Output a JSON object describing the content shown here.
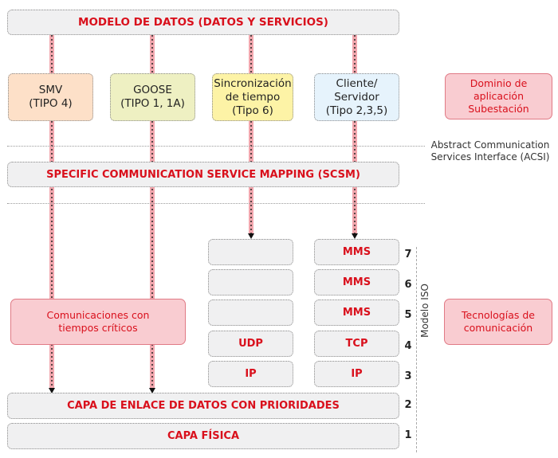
{
  "top": {
    "title": "MODELO DE DATOS (DATOS Y SERVICIOS)"
  },
  "services": [
    {
      "lines": [
        "SMV",
        "(TIPO 4)"
      ],
      "color": "#fde0c8"
    },
    {
      "lines": [
        "GOOSE",
        "(TIPO 1, 1A)"
      ],
      "color": "#eef0c2"
    },
    {
      "lines": [
        "Sincronización",
        "de tiempo",
        "(Tipo 6)"
      ],
      "color": "#fdf3a6"
    },
    {
      "lines": [
        "Cliente/",
        "Servidor",
        "(Tipo 2,3,5)"
      ],
      "color": "#e6f3fc"
    }
  ],
  "domain_box": {
    "lines": [
      "Dominio de",
      "aplicación",
      "Subestación"
    ]
  },
  "acsi": {
    "lines": [
      "Abstract Communication",
      "Services Interface (ACSI)"
    ]
  },
  "scsm": {
    "title": "SPECIFIC COMMUNICATION SERVICE MAPPING (SCSM)"
  },
  "stack_left": [
    "",
    "",
    "",
    "UDP",
    "IP"
  ],
  "stack_right": [
    "MMS",
    "MMS",
    "MMS",
    "TCP",
    "IP"
  ],
  "layer_numbers": [
    "7",
    "6",
    "5",
    "4",
    "3",
    "2",
    "1"
  ],
  "critical_box": {
    "lines": [
      "Comunicaciones con",
      "tiempos críticos"
    ]
  },
  "tech_box": {
    "lines": [
      "Tecnologías de",
      "comunicación"
    ]
  },
  "iso_label": "Modelo ISO",
  "datalink": {
    "title": "CAPA DE ENLACE DE DATOS CON PRIORIDADES"
  },
  "physical": {
    "title": "CAPA FÍSICA"
  },
  "colors": {
    "accent": "#d9101c",
    "arrow_band": "#f2a7ae",
    "box_grey": "#f0f0f1",
    "pink_box": "#f9ccd1"
  }
}
